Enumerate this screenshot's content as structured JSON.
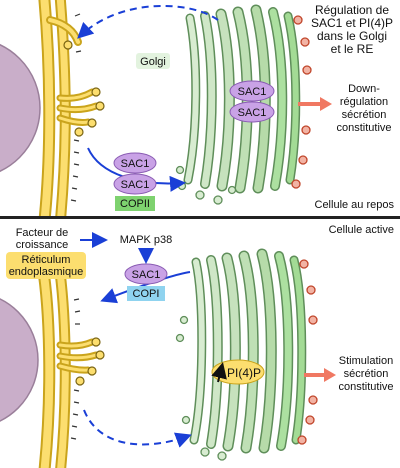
{
  "title": [
    "Régulation de",
    "SAC1 et PI(4)P",
    "dans le Golgi",
    "et le RE"
  ],
  "top_panel": {
    "golgi_label": "Golgi",
    "sac1_label": "SAC1",
    "copii_label": "COPII",
    "effect": [
      "Down-",
      "régulation",
      "sécrétion",
      "constitutive"
    ],
    "state": "Cellule au repos"
  },
  "bottom_panel": {
    "state": "Cellule active",
    "growth_factor": [
      "Facteur de",
      "croissance"
    ],
    "kinase": "MAPK p38",
    "er_label": [
      "Réticulum",
      "endoplasmique"
    ],
    "sac1_label": "SAC1",
    "copi_label": "COPI",
    "pi4p_label": "PI(4)P",
    "effect": [
      "Stimulation",
      "sécrétion",
      "constitutive"
    ]
  },
  "colors": {
    "nucleus": "#c9aec9",
    "er_yellow": "#fcde6f",
    "er_outline": "#caa41c",
    "golgi_green": "#bfe0b5",
    "golgi_outline": "#5f8e5a",
    "sac1_purple": "#c9a2e6",
    "copii_green": "#7ed26f",
    "copi_blue": "#8fd3ef",
    "arrow_blue": "#1a3fd6",
    "arrow_salmon": "#f07862",
    "vesicle_orange": "#e8663e"
  }
}
